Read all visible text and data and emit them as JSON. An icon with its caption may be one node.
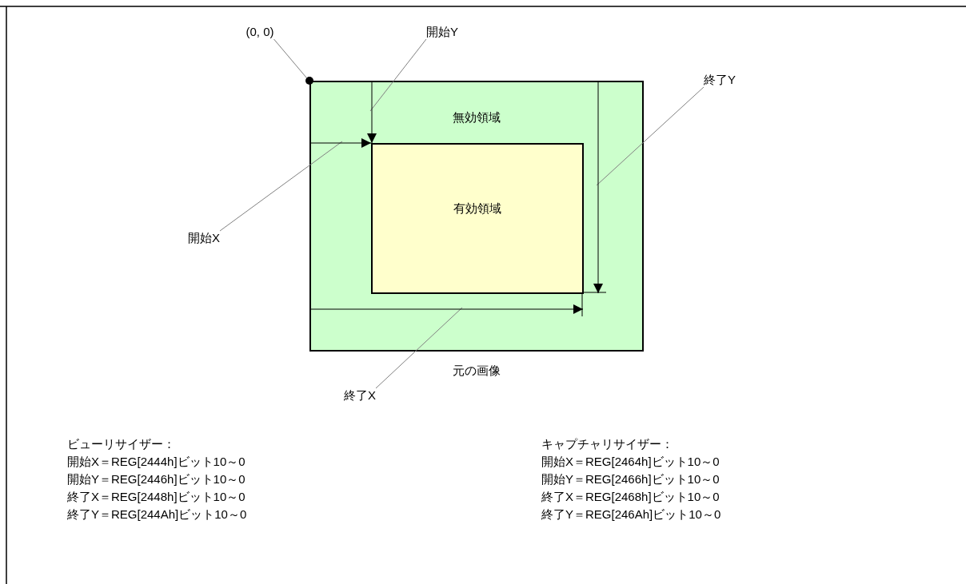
{
  "diagram": {
    "nodes": [
      {
        "text": [
          "(0, 0)"
        ]
      },
      {
        "text": [
          "開始Y"
        ]
      },
      {
        "text": [],
        "shape": "circle"
      },
      {
        "text": [
          "終了Y"
        ]
      },
      {
        "text": [
          "無効領域"
        ],
        "beside": [
          "元の画像"
        ]
      },
      {
        "text": [
          "有効領域"
        ],
        "in": 4
      },
      {
        "text": [
          "開始X"
        ]
      },
      {
        "text": [
          "終了X"
        ]
      }
    ],
    "edges": [
      {
        "from": 0,
        "to": 2,
        "arrow": "none"
      },
      {
        "from": 1,
        "to": null,
        "arrow": "none"
      },
      {
        "from": 3,
        "to": null,
        "arrow": "none"
      },
      {
        "from": 6,
        "to": null,
        "arrow": "none"
      },
      {
        "from": 7,
        "to": null,
        "arrow": "none"
      },
      {
        "from": 4,
        "to": 5,
        "arrow": "to",
        "color": "#000000"
      },
      {
        "from": 4,
        "to": 5,
        "arrow": "to",
        "color": "#000000"
      },
      {
        "from": 4,
        "to": 5,
        "arrow": "to",
        "color": "#000000"
      },
      {
        "from": 4,
        "to": 5,
        "arrow": "to",
        "color": "#000000"
      }
    ],
    "labels": [
      "ビューリサイザー：",
      "開始X＝REG[2444h]ビット10～0",
      "開始Y＝REG[2446h]ビット10～0",
      "終了X＝REG[2448h]ビット10～0",
      "終了Y＝REG[244Ah]ビット10～0",
      "キャプチャリサイザー：",
      "開始X＝REG[2464h]ビット10～0",
      "開始Y＝REG[2466h]ビット10～0",
      "終了X＝REG[2468h]ビット10～0",
      "終了Y＝REG[246Ah]ビット10～0"
    ]
  }
}
